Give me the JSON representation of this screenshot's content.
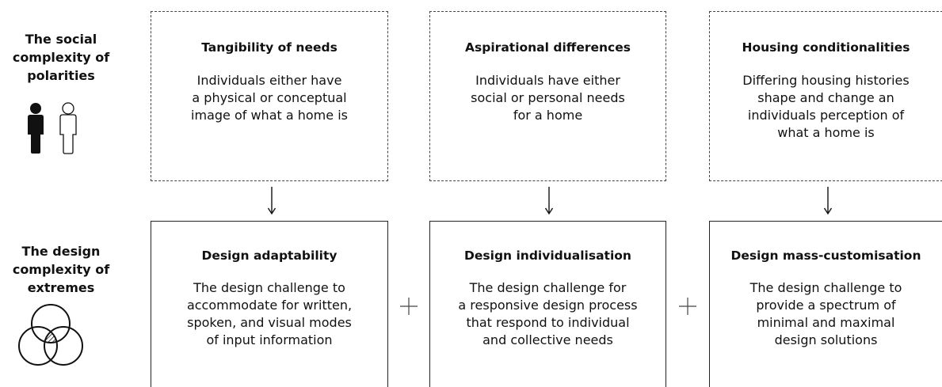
{
  "rows": [
    {
      "label": "The social\ncomplexity of\npolarities",
      "icon": "person-polarity-icon",
      "boxes": [
        {
          "title": "Tangibility of needs",
          "body": "Individuals either have\na physical or conceptual\nimage of what a home is"
        },
        {
          "title": "Aspirational differences",
          "body": "Individuals have either\nsocial or personal needs\nfor a home"
        },
        {
          "title": "Housing conditionalities",
          "body": "Differing housing histories\nshape and change an\nindividuals perception of\nwhat a home is"
        }
      ]
    },
    {
      "label": "The design\ncomplexity of\nextremes",
      "icon": "venn-diagram-icon",
      "boxes": [
        {
          "title": "Design adaptability",
          "body": "The design challenge to\naccommodate for written,\nspoken, and visual modes\nof input information"
        },
        {
          "title": "Design individualisation",
          "body": "The design challenge for\na responsive design process\nthat respond to individual\nand collective needs"
        },
        {
          "title": "Design mass-customisation",
          "body": "The design challenge to\nprovide a spectrum of\nminimal and maximal\ndesign solutions"
        }
      ]
    }
  ],
  "connector_symbol": "plus-icon"
}
